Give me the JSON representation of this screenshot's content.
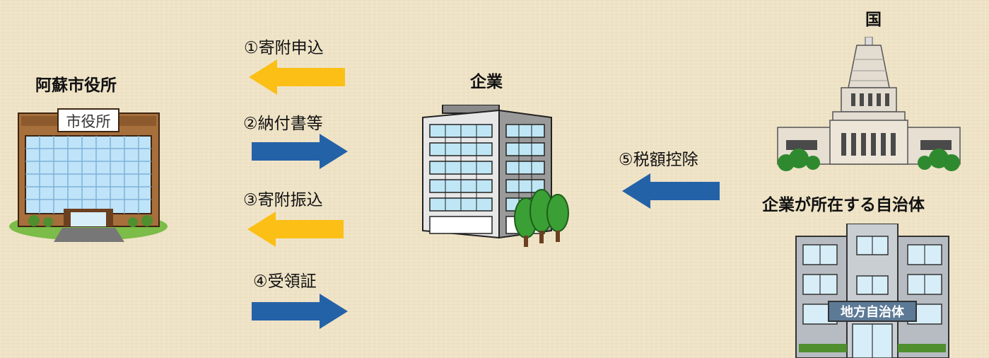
{
  "nodes": {
    "city_hall": {
      "label": "阿蘇市役所",
      "sign": "市役所"
    },
    "company": {
      "label": "企業"
    },
    "country": {
      "label": "国"
    },
    "local_gov": {
      "label": "企業が所在する自治体",
      "sign": "地方自治体"
    }
  },
  "steps": [
    {
      "label": "①寄附申込",
      "direction": "to-city-hall",
      "color": "#fbbf16"
    },
    {
      "label": "②納付書等",
      "direction": "to-company",
      "color": "#2462a8"
    },
    {
      "label": "③寄附振込",
      "direction": "to-city-hall",
      "color": "#fbbf16"
    },
    {
      "label": "④受領証",
      "direction": "to-company",
      "color": "#2462a8"
    },
    {
      "label": "⑤税額控除",
      "direction": "to-company",
      "color": "#2462a8"
    }
  ]
}
